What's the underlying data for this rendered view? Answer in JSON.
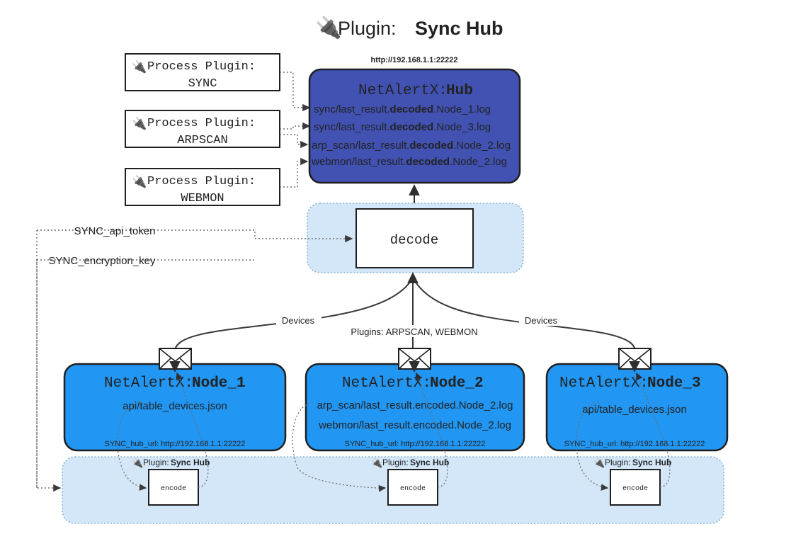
{
  "page": {
    "title_prefix": "Plugin:",
    "title_name": "Sync Hub",
    "plug_icon": "🔌",
    "bg": "#ffffff"
  },
  "colors": {
    "hub_fill": "#4152b3",
    "node_fill": "#2196f3",
    "band_fill": "#d3e7f8",
    "band_stroke": "#8ab4d8",
    "box_stroke": "#1f1f1f",
    "text_dark": "#222222",
    "text_light": "#ffffff",
    "edge": "#3a3a3a"
  },
  "process_plugins": [
    {
      "label": "Process Plugin:",
      "name": "SYNC",
      "icon": "🔌"
    },
    {
      "label": "Process Plugin:",
      "name": "ARPSCAN",
      "icon": "🔌"
    },
    {
      "label": "Process Plugin:",
      "name": "WEBMON",
      "icon": "🔌"
    }
  ],
  "hub": {
    "url": "http://192.168.1.1:22222",
    "title_prefix": "NetAlertX:",
    "title_name": "Hub",
    "logs": [
      {
        "pre": "sync/last_result.",
        "mid": "decoded",
        "post": ".Node_1.log"
      },
      {
        "pre": "sync/last_result.",
        "mid": "decoded",
        "post": ".Node_3.log"
      },
      {
        "pre": "arp_scan/last_result.",
        "mid": "decoded",
        "post": ".Node_2.log"
      },
      {
        "pre": "webmon/last_result.",
        "mid": "decoded",
        "post": ".Node_2.log"
      }
    ]
  },
  "decode": {
    "label": "decode"
  },
  "settings_edges": [
    {
      "label": "SYNC_api_token"
    },
    {
      "label": "SYNC_encryption_key"
    }
  ],
  "flow_labels": {
    "left_devices": "Devices",
    "center_plugins": "Plugins: ARPSCAN, WEBMON",
    "right_devices": "Devices"
  },
  "nodes": [
    {
      "title_prefix": "NetAlertX:",
      "title_name": "Node_1",
      "lines": [
        "api/table_devices.json"
      ],
      "hub_url_label": "SYNC_hub_url: http://192.168.1.1:22222",
      "mail_icon": "envelope-icon"
    },
    {
      "title_prefix": "NetAlertX:",
      "title_name": "Node_2",
      "lines": [
        "arp_scan/last_result.encoded.Node_2.log",
        "webmon/last_result.encoded.Node_2.log"
      ],
      "hub_url_label": "SYNC_hub_url: http://192.168.1.1:22222",
      "mail_icon": "envelope-icon"
    },
    {
      "title_prefix": "NetAlertX:",
      "title_name": "Node_3",
      "lines": [
        "api/table_devices.json"
      ],
      "hub_url_label": "SYNC_hub_url: http://192.168.1.1:22222",
      "mail_icon": "envelope-icon"
    }
  ],
  "encoders": [
    {
      "plugin_prefix": "Plugin:",
      "plugin_name": "Sync Hub",
      "box_label": "encode",
      "icon": "🔌"
    },
    {
      "plugin_prefix": "Plugin:",
      "plugin_name": "Sync Hub",
      "box_label": "encode",
      "icon": "🔌"
    },
    {
      "plugin_prefix": "Plugin:",
      "plugin_name": "Sync Hub",
      "box_label": "encode",
      "icon": "🔌"
    }
  ]
}
